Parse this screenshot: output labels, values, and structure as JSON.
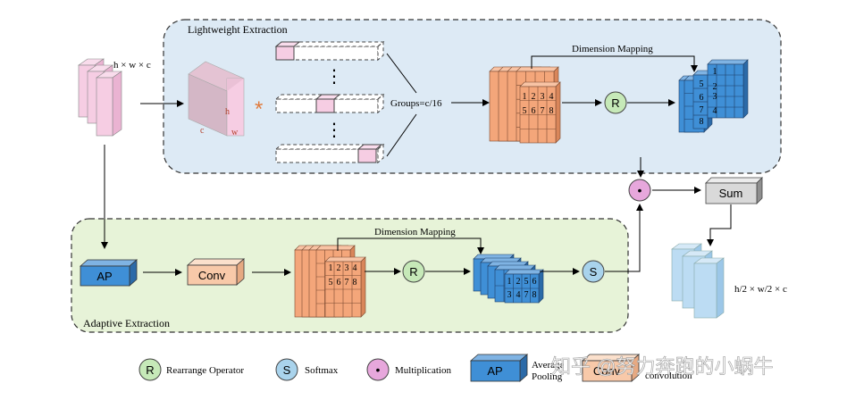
{
  "colors": {
    "panel_top": "#ddeaf5",
    "panel_bottom": "#e7f3d8",
    "pink_block": "#f6cde3",
    "orange_block": "#f4a67a",
    "blue_block": "#3f8fd6",
    "circle_green": "#c6e9b8",
    "circle_blue": "#a9d3ec",
    "circle_pink": "#e7a7dc",
    "sum_gray": "#d9d9d9",
    "conv_fill": "#f8c9a9"
  },
  "lightweight": {
    "title": "Lightweight Extraction",
    "input_dims": "h × w × c",
    "tensor_h": "h",
    "tensor_c": "c",
    "tensor_w": "w",
    "conv_symbol": "*",
    "vdots": "⋮",
    "groups": "Groups=c/16",
    "dim_mapping": "Dimension Mapping",
    "grid_row1": [
      "1",
      "2",
      "3",
      "4"
    ],
    "grid_row2": [
      "5",
      "6",
      "7",
      "8"
    ],
    "mapped": [
      "1",
      "2",
      "3",
      "4",
      "5",
      "6",
      "7",
      "8"
    ],
    "r": "R"
  },
  "adaptive": {
    "title": "Adaptive Extraction",
    "ap": "AP",
    "conv": "Conv",
    "dim_mapping": "Dimension Mapping",
    "grid_row1": [
      "1",
      "2",
      "3",
      "4"
    ],
    "grid_row2": [
      "5",
      "6",
      "7",
      "8"
    ],
    "mapped_row1": [
      "1",
      "2",
      "5",
      "6"
    ],
    "mapped_row2": [
      "3",
      "4",
      "7",
      "8"
    ],
    "r": "R",
    "s": "S"
  },
  "merge": {
    "mult": "•",
    "sum": "Sum",
    "output_dims": "h/2 × w/2 × c"
  },
  "legend": {
    "r_symbol": "R",
    "r_label": "Rearrange Operator",
    "s_symbol": "S",
    "s_label": "Softmax",
    "m_symbol": "•",
    "m_label": "Multiplication",
    "ap_symbol": "AP",
    "ap_label_1": "Average",
    "ap_label_2": "Pooling",
    "conv_symbol": "Conv",
    "conv_label": "convolution"
  },
  "watermark": "知乎 @努力奔跑的小蜗牛"
}
